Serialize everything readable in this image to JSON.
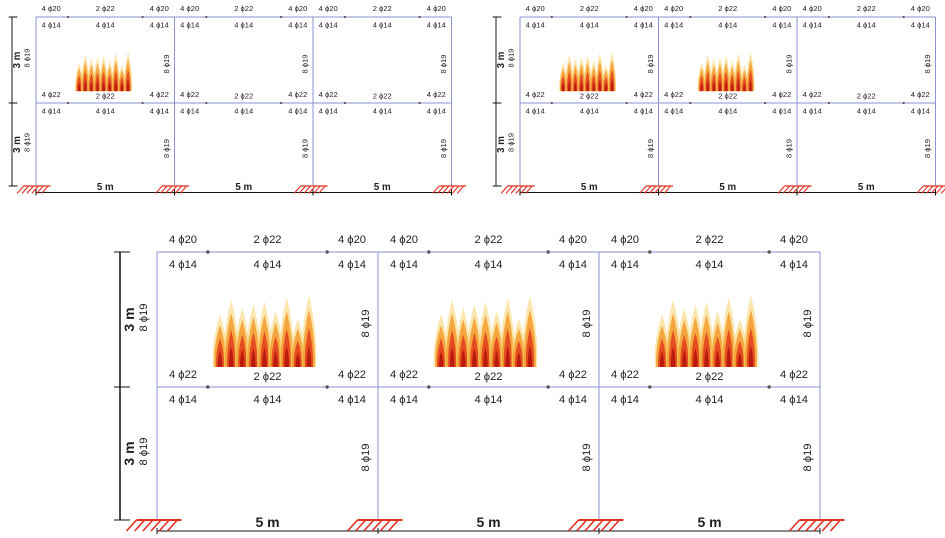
{
  "frames": [
    {
      "id": "frame-a",
      "fire_bays_upper": [
        0
      ],
      "fire_bays_lower": []
    },
    {
      "id": "frame-b",
      "fire_bays_upper": [
        0,
        1
      ],
      "fire_bays_lower": []
    },
    {
      "id": "frame-c",
      "fire_bays_upper": [
        0,
        1,
        2
      ],
      "fire_bays_lower": []
    }
  ],
  "labels": {
    "span_dim": "5 m",
    "story_dim": "3 m",
    "column_rebar": "8 ϕ19",
    "beam_top_end_roof": "4 ϕ20",
    "beam_top_mid": "2 ϕ22",
    "beam_bottom_rebar": "4 ϕ14",
    "beam_top_end_floor": "4 ϕ22"
  },
  "style": {
    "member_color": "#8a93d0",
    "dimension_color": "#111111",
    "support_color": "#e03020",
    "text_color": "#222222",
    "fire_colors": [
      "#f7d26a",
      "#f39a2a",
      "#e3421d",
      "#b5160d"
    ]
  }
}
